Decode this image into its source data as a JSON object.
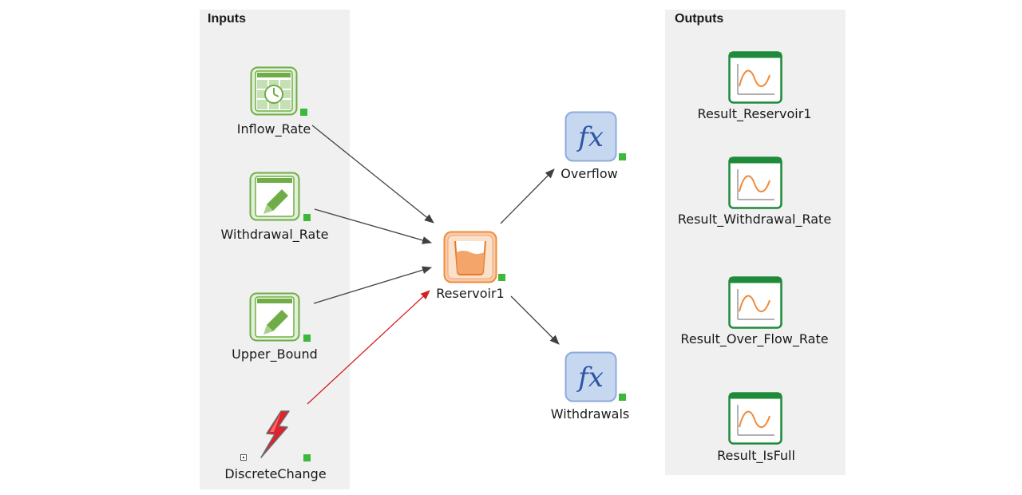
{
  "panels": {
    "inputs_title": "Inputs",
    "outputs_title": "Outputs"
  },
  "nodes": {
    "inflow_rate": {
      "label": "Inflow_Rate",
      "icon": "timeseries-table-icon"
    },
    "withdrawal_rate": {
      "label": "Withdrawal_Rate",
      "icon": "edit-data-icon"
    },
    "upper_bound": {
      "label": "Upper_Bound",
      "icon": "edit-data-icon"
    },
    "discrete_change": {
      "label": "DiscreteChange",
      "icon": "lightning-bolt-icon"
    },
    "reservoir1": {
      "label": "Reservoir1",
      "icon": "reservoir-icon"
    },
    "overflow": {
      "label": "Overflow",
      "icon": "function-icon",
      "symbol": "fx"
    },
    "withdrawals": {
      "label": "Withdrawals",
      "icon": "function-icon",
      "symbol": "fx"
    },
    "result_reservoir1": {
      "label": "Result_Reservoir1",
      "icon": "result-chart-icon"
    },
    "result_withdrawal_rate": {
      "label": "Result_Withdrawal_Rate",
      "icon": "result-chart-icon"
    },
    "result_over_flow_rate": {
      "label": "Result_Over_Flow_Rate",
      "icon": "result-chart-icon"
    },
    "result_isfull": {
      "label": "Result_IsFull",
      "icon": "result-chart-icon"
    }
  },
  "links": [
    {
      "from": "Inflow_Rate",
      "to": "Reservoir1",
      "kind": "normal"
    },
    {
      "from": "Withdrawal_Rate",
      "to": "Reservoir1",
      "kind": "normal"
    },
    {
      "from": "Upper_Bound",
      "to": "Reservoir1",
      "kind": "normal"
    },
    {
      "from": "DiscreteChange",
      "to": "Reservoir1",
      "kind": "event"
    },
    {
      "from": "Reservoir1",
      "to": "Overflow",
      "kind": "normal"
    },
    {
      "from": "Reservoir1",
      "to": "Withdrawals",
      "kind": "normal"
    }
  ],
  "colors": {
    "input_green": "#70ad47",
    "output_green": "#1e8a3a",
    "reservoir_orange": "#f08c3c",
    "function_blue": "#4472c4",
    "status_green": "#3cb83c",
    "link_normal": "#404040",
    "link_event": "#d42020"
  }
}
